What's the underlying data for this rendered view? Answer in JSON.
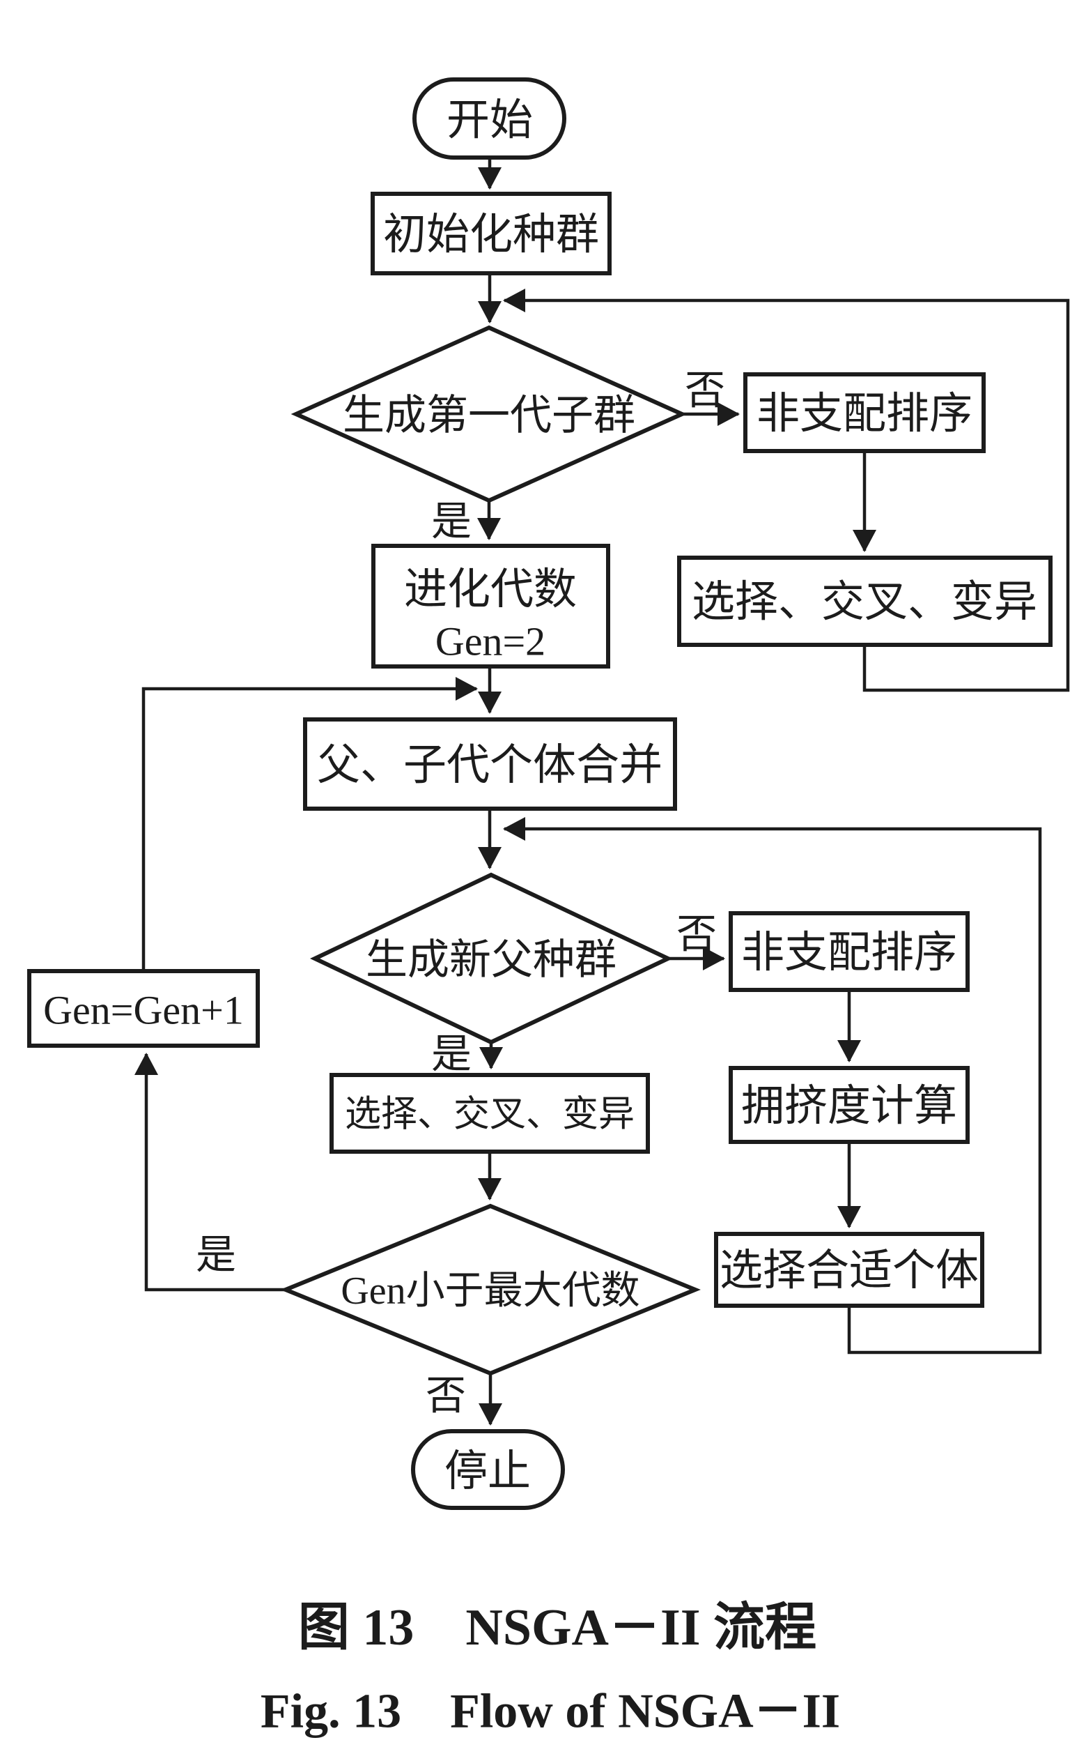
{
  "flowchart": {
    "nodes": {
      "start": {
        "label": "开始"
      },
      "init": {
        "label": "初始化种群"
      },
      "gen_first_child": {
        "label": "生成第一代子群"
      },
      "nds1": {
        "label": "非支配排序"
      },
      "scm1": {
        "label": "选择、交叉、变异"
      },
      "gen2": {
        "label": "进化代数",
        "label2": "Gen=2"
      },
      "merge": {
        "label": "父、子代个体合并"
      },
      "gen_new_parent": {
        "label": "生成新父种群"
      },
      "nds2": {
        "label": "非支配排序"
      },
      "crowding": {
        "label": "拥挤度计算"
      },
      "select_fit": {
        "label": "选择合适个体"
      },
      "scm2": {
        "label": "选择、交叉、变异"
      },
      "gen_inc": {
        "label": "Gen=Gen+1"
      },
      "gen_max": {
        "label": "Gen小于最大代数"
      },
      "stop": {
        "label": "停止"
      }
    },
    "edge_labels": {
      "yes": "是",
      "no": "否"
    }
  },
  "caption": {
    "zh": "图 13　NSGA－II 流程",
    "en": "Fig. 13　Flow of NSGA－II"
  }
}
